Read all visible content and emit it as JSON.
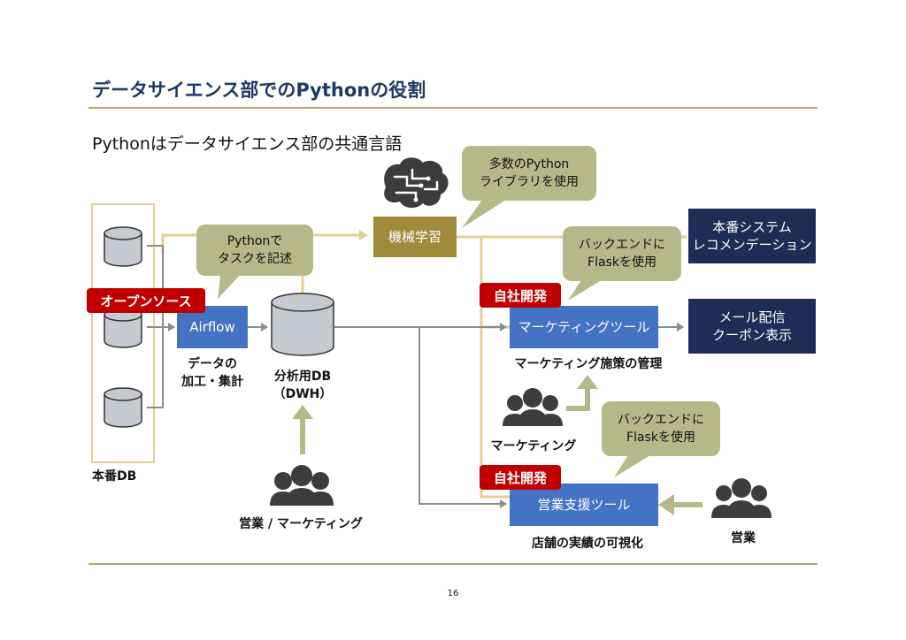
{
  "slide": {
    "title": "データサイエンス部でのPythonの役割",
    "subtitle": "Pythonはデータサイエンス部の共通言語",
    "page_number": "16"
  },
  "nodes": {
    "ml": "機械学習",
    "airflow": "Airflow",
    "marketing_tool": "マーケティングツール",
    "sales_tool": "営業支援ツール",
    "prod_system": "本番システム\nレコメンデーション",
    "mail": "メール配信\nクーポン表示"
  },
  "bubbles": {
    "many_libs": "多数のPython\nライブラリを使用",
    "python_tasks": "Pythonで\nタスクを記述",
    "flask1": "バックエンドに\nFlaskを使用",
    "flask2": "バックエンドに\nFlaskを使用"
  },
  "tags": {
    "oss": "オープンソース",
    "inhouse1": "自社開発",
    "inhouse2": "自社開発"
  },
  "labels": {
    "prod_db": "本番DB",
    "data_processing": "データの\n加工・集計",
    "dwh": "分析用DB\n（DWH）",
    "sales_marketing": "営業 / マーケティング",
    "marketing_mgmt": "マーケティング施策の管理",
    "marketing_people": "マーケティング",
    "store_viz": "店舗の実績の可視化",
    "sales_people": "営業"
  },
  "colors": {
    "title": "#1f3864",
    "rule": "#b9a46a",
    "ml_box": "#a08a3c",
    "blue_box": "#4472c4",
    "navy_box": "#1f2d56",
    "bubble": "#b5b98a",
    "tag": "#c00000",
    "connector_gold": "#e4cf96",
    "connector_gray": "#8c8c8c",
    "arrow_green": "#b5b98a",
    "cylinder_fill": "#c5c9d0",
    "people": "#3c3c3c"
  },
  "icons": [
    "brain-icon",
    "database-icon",
    "people-icon"
  ]
}
